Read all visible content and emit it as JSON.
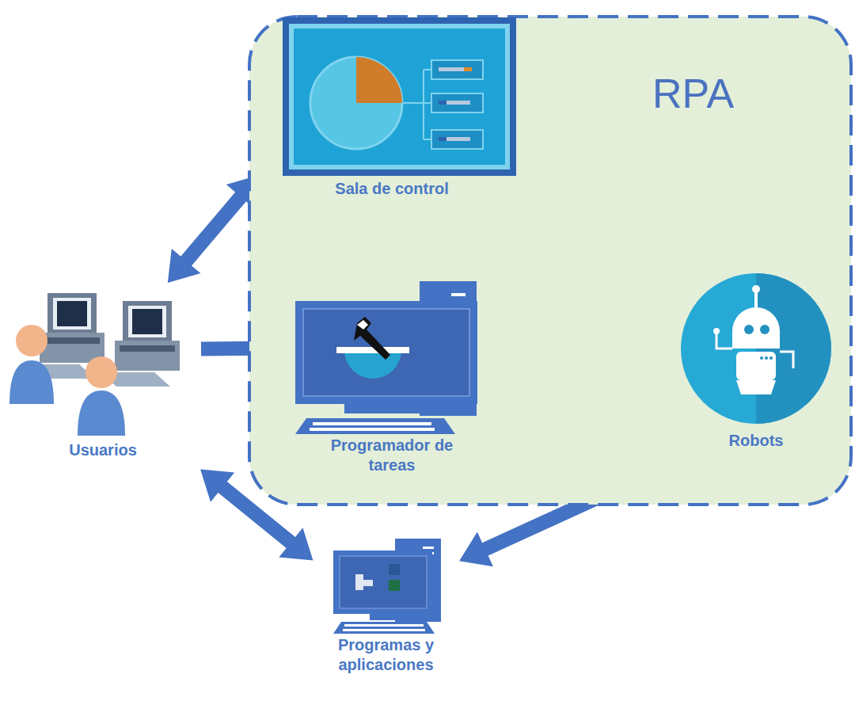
{
  "diagram": {
    "nodes": [
      {
        "text": [
          "RPA"
        ]
      },
      {
        "text": [
          "Sala de control"
        ],
        "in": 0
      },
      {
        "text": [
          "Programador de tareas"
        ],
        "in": 0
      },
      {
        "text": [
          "Robots"
        ],
        "in": 0
      },
      {
        "text": [
          "Usuarios"
        ]
      },
      {
        "text": [
          "Programas y aplicaciones"
        ]
      }
    ],
    "edges": [
      {
        "from": 4,
        "to": 1,
        "arrow": "both"
      },
      {
        "from": 4,
        "to": 2,
        "arrow": "to"
      },
      {
        "from": 2,
        "to": 3,
        "arrow": "to"
      },
      {
        "from": 1,
        "to": 3,
        "arrow": "both"
      },
      {
        "from": 4,
        "to": 5,
        "arrow": "both"
      },
      {
        "from": 3,
        "to": 5,
        "arrow": "both"
      }
    ]
  }
}
